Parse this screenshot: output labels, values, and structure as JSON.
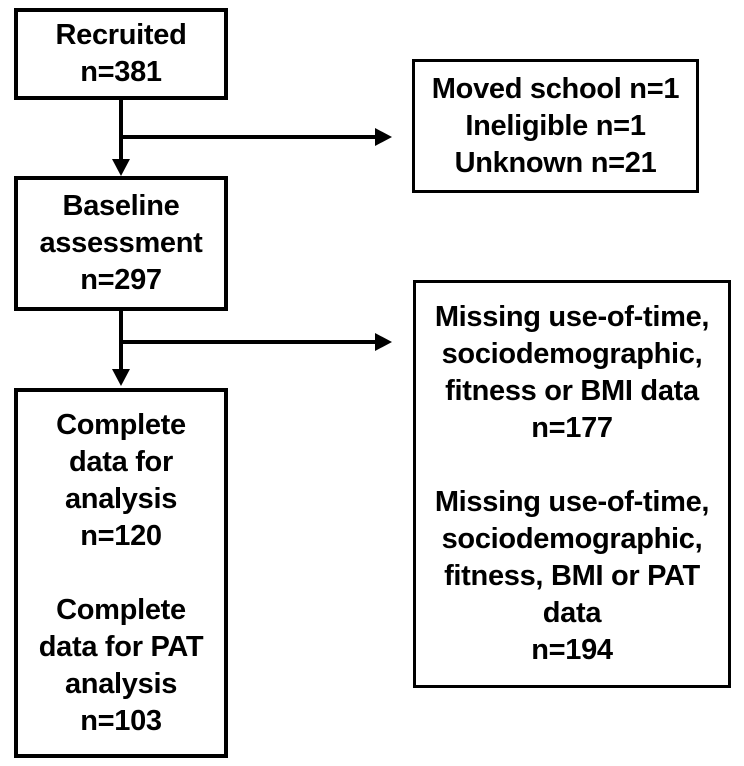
{
  "diagram": {
    "type": "flowchart",
    "background_color": "#ffffff",
    "line_color": "#000000",
    "text_color": "#000000",
    "nodes": [
      {
        "id": "recruited",
        "lines": [
          "Recruited",
          "n=381"
        ]
      },
      {
        "id": "excluded-after-recruitment",
        "lines": [
          "Moved school n=1",
          "Ineligible n=1",
          "Unknown n=21"
        ]
      },
      {
        "id": "baseline-assessment",
        "lines": [
          "Baseline",
          "assessment",
          "n=297"
        ]
      },
      {
        "id": "missing-data",
        "lines": [
          "Missing use-of-time,",
          "sociodemographic,",
          "fitness or BMI data",
          "n=177",
          "",
          "Missing use-of-time,",
          "sociodemographic,",
          "fitness, BMI or PAT",
          "data",
          "n=194"
        ]
      },
      {
        "id": "complete-data",
        "lines": [
          "Complete",
          "data for",
          "analysis",
          "n=120",
          "",
          "Complete",
          "data for PAT",
          "analysis",
          "n=103"
        ]
      }
    ],
    "edges": [
      {
        "from": "recruited",
        "to": "baseline-assessment",
        "direction": "down"
      },
      {
        "from": "recruited",
        "to": "excluded-after-recruitment",
        "direction": "right"
      },
      {
        "from": "baseline-assessment",
        "to": "complete-data",
        "direction": "down"
      },
      {
        "from": "baseline-assessment",
        "to": "missing-data",
        "direction": "right"
      }
    ]
  }
}
